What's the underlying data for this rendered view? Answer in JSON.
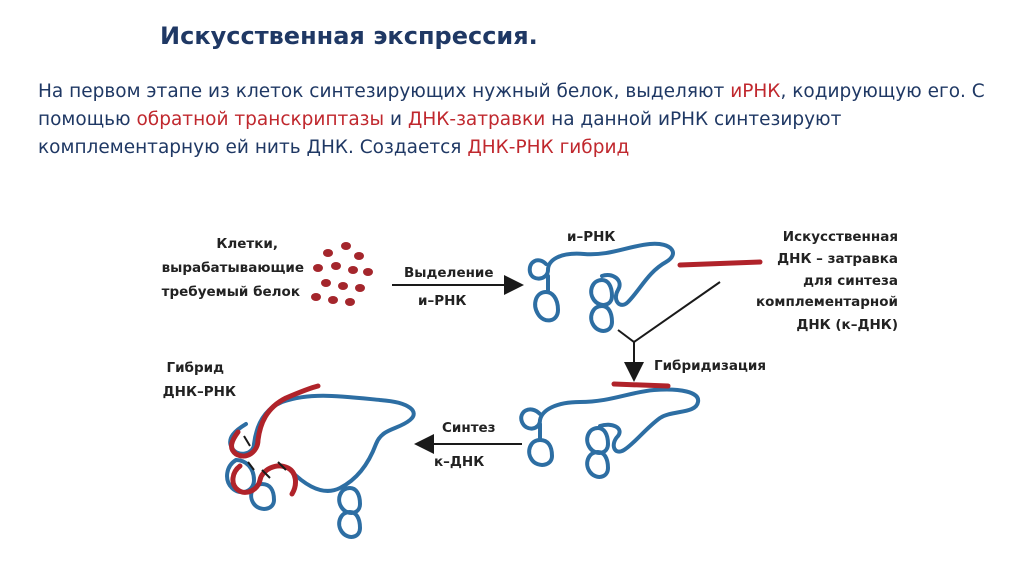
{
  "title": "Искусственная экспрессия.",
  "paragraph": {
    "p1": "На первом этапе из клеток синтезирующих нужный белок, выделяют ",
    "irnk": "иРНК",
    "p2": ", кодирующую его. С помощью ",
    "reverse_transcriptase": "обратной транскриптазы",
    "p3": " и ",
    "primer": "ДНК-затравки",
    "p4": " на данной иРНК синтезируют комплементарную ей нить ДНК. Создается ",
    "hybrid": "ДНК-РНК гибрид"
  },
  "diagram": {
    "cells_label": [
      "Клетки,",
      "вырабатывающие",
      "требуемый белок"
    ],
    "extraction_label": [
      "Выделение",
      "и–РНК"
    ],
    "mrna_label": "и–РНК",
    "primer_label": [
      "Искусственная",
      "ДНК – затравка",
      "для синтеза",
      "комплементарной",
      "ДНК  (к–ДНК)"
    ],
    "hybridization_label": "Гибридизация",
    "synthesis_label": [
      "Синтез",
      "к–ДНК"
    ],
    "hybrid_label": [
      "Гибрид",
      "ДНК–РНК"
    ]
  },
  "colors": {
    "heading": "#1f3864",
    "highlight": "#c0282e",
    "rna_strand": "#2d6ea3",
    "dna_strand": "#b0232a"
  }
}
